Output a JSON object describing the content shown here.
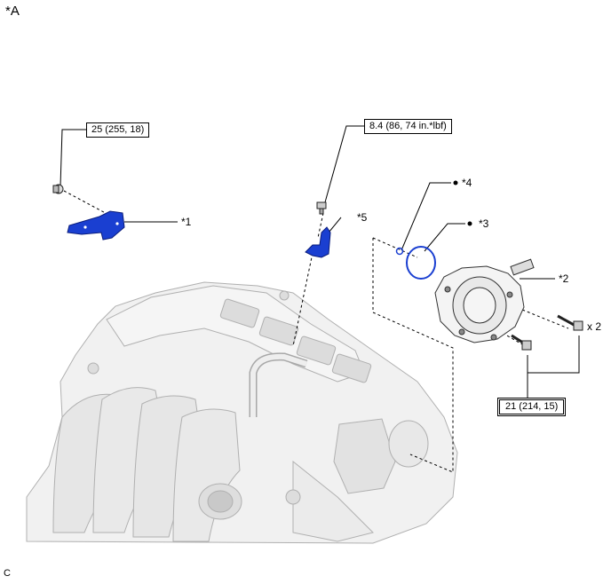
{
  "title": "*A",
  "footer_code": "C",
  "torque_labels": {
    "t1": "25 (255, 18)",
    "t2": "8.4 (86, 74 in.*lbf)",
    "t3": "21 (214, 15)"
  },
  "callouts": {
    "c1": "*1",
    "c2": "*2",
    "c3": "*3",
    "c4": "*4",
    "c5": "*5"
  },
  "quantity": "x 2",
  "colors": {
    "part_highlight": "#1a3fd1",
    "engine_fill": "#eeeeee",
    "engine_line": "#b8b8b8"
  }
}
